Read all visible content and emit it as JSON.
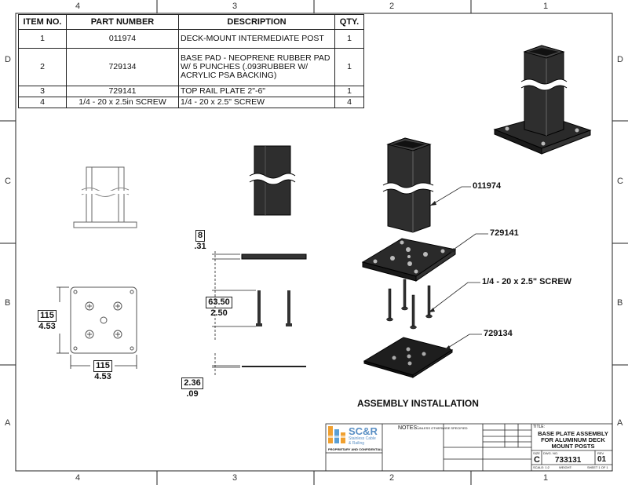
{
  "zones": {
    "top": [
      "4",
      "3",
      "2",
      "1"
    ],
    "bottom": [
      "4",
      "3",
      "2",
      "1"
    ],
    "left": [
      "D",
      "C",
      "B",
      "A"
    ],
    "right": [
      "D",
      "C",
      "B",
      "A"
    ]
  },
  "bom": {
    "headers": [
      "ITEM NO.",
      "PART NUMBER",
      "DESCRIPTION",
      "QTY."
    ],
    "rows": [
      {
        "item": "1",
        "part": "011974",
        "desc": "DECK-MOUNT INTERMEDIATE POST",
        "qty": "1"
      },
      {
        "item": "2",
        "part": "729134",
        "desc": "BASE PAD - NEOPRENE RUBBER PAD W/ 5 PUNCHES (.093RUBBER W/ ACRYLIC PSA BACKING)",
        "qty": "1"
      },
      {
        "item": "3",
        "part": "729141",
        "desc": "TOP RAIL PLATE 2\"-6\"",
        "qty": "1"
      },
      {
        "item": "4",
        "part": "1/4 - 20 x 2.5in SCREW",
        "desc": "1/4 - 20 x 2.5\" SCREW",
        "qty": "4"
      }
    ]
  },
  "callouts": {
    "post": "011974",
    "plate": "729141",
    "screw": "1/4 - 20 x 2.5\" SCREW",
    "pad": "729134"
  },
  "dims": {
    "plate_thk_mm": "8",
    "plate_thk_in": ".31",
    "screw_len_mm": "63.50",
    "screw_len_in": "2.50",
    "pad_thk_mm": "2.36",
    "pad_thk_in": ".09",
    "height_mm": "115",
    "height_in": "4.53",
    "width_mm": "115",
    "width_in": "4.53"
  },
  "assembly_label": "ASSEMBLY INSTALLATION",
  "title_block": {
    "logo_main": "SC&R",
    "logo_sub1": "Stainless Cable",
    "logo_sub2": "& Railing",
    "proprietary": "PROPRIETARY AND CONFIDENTIAL",
    "notes_title": "NOTES:",
    "notes_sub": "UNLESS OTHERWISE SPECIFIED",
    "title_label": "TITLE:",
    "title_lines": [
      "BASE PLATE ASSEMBLY",
      "FOR ALUMINUM DECK",
      "MOUNT POSTS"
    ],
    "size_label": "SIZE",
    "size": "C",
    "dwg_label": "DWG. NO.",
    "dwg_no": "733131",
    "rev_label": "REV",
    "rev": "01",
    "scale": "SCALE: 1:2",
    "weight": "WEIGHT:",
    "sheet": "SHEET 1 OF 1"
  }
}
